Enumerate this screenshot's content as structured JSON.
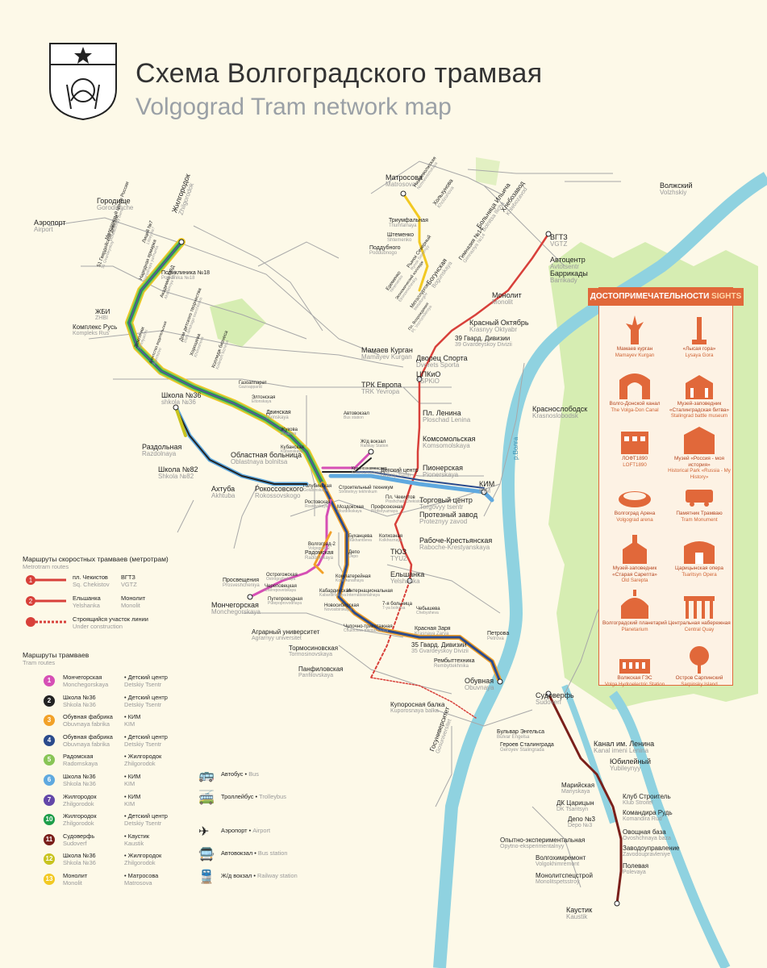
{
  "header": {
    "title_ru": "Схема Волгоградского трамвая",
    "title_en": "Volgograd Tram network map"
  },
  "colors": {
    "background": "#fdf9e8",
    "river": "#8fd2e0",
    "park": "#d6edb2",
    "accent": "#e1683a",
    "road": "#9e9e9e",
    "metrotram": "#d8403a",
    "line_1": "#d64fb5",
    "line_2": "#222222",
    "line_3": "#f2a128",
    "line_4": "#2b4b8c",
    "line_5": "#88c556",
    "line_6": "#5fa9df",
    "line_7": "#6347a8",
    "line_10": "#1e9e4a",
    "line_11": "#7a1f1a",
    "line_12": "#c8c31e",
    "line_13": "#f2c922"
  },
  "sights": {
    "title_ru": "ДОСТОПРИМЕЧАТЕЛЬНОСТИ",
    "title_en": "SIGHTS",
    "items": [
      {
        "ru": "Мамаев курган",
        "en": "Mamayev Kurgan",
        "icon": "motherland-statue-icon"
      },
      {
        "ru": "«Лысая гора»",
        "en": "Lysaya Gora",
        "icon": "obelisk-icon"
      },
      {
        "ru": "Волго-Донской канал",
        "en": "The Volga-Don Canal",
        "icon": "arch-gate-icon"
      },
      {
        "ru": "Музей-заповедник «Сталинградская битва»",
        "en": "Stalingrad battle museum",
        "icon": "museum-icon"
      },
      {
        "ru": "ЛОФТ1890",
        "en": "LOFT1890",
        "icon": "loft-building-icon"
      },
      {
        "ru": "Музей «Россия - моя история»",
        "en": "Historical Park «Russia - My History»",
        "icon": "history-park-icon"
      },
      {
        "ru": "Волгоград Арена",
        "en": "Volgograd arena",
        "icon": "stadium-icon"
      },
      {
        "ru": "Памятник Трамваю",
        "en": "Tram Monument",
        "icon": "tram-monument-icon"
      },
      {
        "ru": "Музей-заповедник «Старая Сарепта»",
        "en": "Old Sarepta",
        "icon": "sarepta-icon"
      },
      {
        "ru": "Царицынская опера",
        "en": "Tsaritsyn Opera",
        "icon": "opera-icon"
      },
      {
        "ru": "Волгоградский планетарий",
        "en": "Planetarium",
        "icon": "planetarium-icon"
      },
      {
        "ru": "Центральная набережная",
        "en": "Central Quay",
        "icon": "colonnade-icon"
      },
      {
        "ru": "Волжская ГЭС",
        "en": "Volga Hydroelectric Station",
        "icon": "dam-icon"
      },
      {
        "ru": "Остров Сарпинский",
        "en": "Sarpinsky Island",
        "icon": "island-tree-icon"
      }
    ]
  },
  "metrotram_legend": {
    "title_ru": "Маршруты скоростных трамваев (метротрам)",
    "title_en": "Metrotram routes",
    "routes": [
      {
        "num": "1",
        "from_ru": "пл. Чекистов",
        "from_en": "Sq. Chekistov",
        "to_ru": "ВГТЗ",
        "to_en": "VGTZ"
      },
      {
        "num": "2",
        "from_ru": "Ельшанка",
        "from_en": "Yelshanka",
        "to_ru": "Монолит",
        "to_en": "Monolit"
      }
    ],
    "construction_ru": "Строящийся участок линии",
    "construction_en": "Under construction"
  },
  "tram_legend": {
    "title_ru": "Маршруты трамваев",
    "title_en": "Tram routes",
    "routes": [
      {
        "num": "1",
        "color": "#d64fb5",
        "from_ru": "Мончегорская",
        "from_en": "Monchegorskaya",
        "to_ru": "Детский центр",
        "to_en": "Detskiy Tsentr"
      },
      {
        "num": "2",
        "color": "#222222",
        "from_ru": "Школа №36",
        "from_en": "Shkola №36",
        "to_ru": "Детский центр",
        "to_en": "Detskiy Tsentr"
      },
      {
        "num": "3",
        "color": "#f2a128",
        "from_ru": "Обувная фабрика",
        "from_en": "Obuvnaya fabrika",
        "to_ru": "КИМ",
        "to_en": "KIM"
      },
      {
        "num": "4",
        "color": "#2b4b8c",
        "from_ru": "Обувная фабрика",
        "from_en": "Obuvnaya fabrika",
        "to_ru": "Детский центр",
        "to_en": "Detskiy Tsentr"
      },
      {
        "num": "5",
        "color": "#88c556",
        "from_ru": "Радомская",
        "from_en": "Radomskaya",
        "to_ru": "Жилгородок",
        "to_en": "Zhilgorodok"
      },
      {
        "num": "6",
        "color": "#5fa9df",
        "from_ru": "Школа №36",
        "from_en": "Shkola №36",
        "to_ru": "КИМ",
        "to_en": "KIM"
      },
      {
        "num": "7",
        "color": "#6347a8",
        "from_ru": "Жилгородок",
        "from_en": "Zhilgorodok",
        "to_ru": "КИМ",
        "to_en": "KIM"
      },
      {
        "num": "10",
        "color": "#1e9e4a",
        "from_ru": "Жилгородок",
        "from_en": "Zhilgorodok",
        "to_ru": "Детский центр",
        "to_en": "Detskiy Tsentr"
      },
      {
        "num": "11",
        "color": "#7a1f1a",
        "from_ru": "Судоверфь",
        "from_en": "Sudoverf",
        "to_ru": "Каустик",
        "to_en": "Kaustik"
      },
      {
        "num": "12",
        "color": "#c8c31e",
        "from_ru": "Школа №36",
        "from_en": "Shkola №36",
        "to_ru": "Жилгородок",
        "to_en": "Zhilgorodok"
      },
      {
        "num": "13",
        "color": "#f2c922",
        "from_ru": "Монолит",
        "from_en": "Monolit",
        "to_ru": "Матросова",
        "to_en": "Matrosova"
      }
    ]
  },
  "icon_legend": {
    "bus_ru": "Автобус",
    "bus_en": "Bus",
    "trolley_ru": "Троллейбус",
    "trolley_en": "Trolleybus",
    "airport_ru": "Аэропорт",
    "airport_en": "Airport",
    "busstation_ru": "Автовокзал",
    "busstation_en": "Bus station",
    "railway_ru": "Ж/д вокзал",
    "railway_en": "Railway station"
  },
  "river_label": "р.Волга",
  "stations": [
    {
      "id": "matrosova",
      "ru": "Матросова",
      "en": "Matrosova"
    },
    {
      "id": "gorodishche",
      "ru": "Городище",
      "en": "Gorodishche"
    },
    {
      "id": "airport",
      "ru": "Аэропорт",
      "en": "Airport"
    },
    {
      "id": "zhilgorodok",
      "ru": "Жилгородок",
      "en": "Zhilgorodok"
    },
    {
      "id": "liceum",
      "ru": "Лицей №7",
      "en": "Litsey №7"
    },
    {
      "id": "molod",
      "ru": "Молодежный центр России",
      "en": "Molodezhnyy tsentr"
    },
    {
      "id": "gvardskaya51",
      "ru": "51 Гвардейской дивизии",
      "en": "51 Gvardeyskoy"
    },
    {
      "id": "narodnaya",
      "ru": "Народная ярмарка",
      "en": "Narodnaya yarmarka"
    },
    {
      "id": "mvd",
      "ru": "Академия МВД",
      "en": "Akademiya MVD"
    },
    {
      "id": "poliklinika",
      "ru": "Поликлиника №18",
      "en": "Poliklinika №18"
    },
    {
      "id": "zhbi",
      "ru": "ЖБИ",
      "en": "ZHBI"
    },
    {
      "id": "komplex",
      "ru": "Комплекс Русь",
      "en": "Kompleks Rus'"
    },
    {
      "id": "zemlyachki",
      "ru": "Землячки",
      "en": "Zemlyachki"
    },
    {
      "id": "agentstvo",
      "ru": "Агентство водительских",
      "en": "Agentstvo"
    },
    {
      "id": "detskoe",
      "ru": "Дом детского творчества",
      "en": "Dom detskogo tvorchestva"
    },
    {
      "id": "khorosheva",
      "ru": "Хорошева",
      "en": "Khorosheva"
    },
    {
      "id": "kolledzh",
      "ru": "Колледж бизнеса",
      "en": "Kolledzh biznesa"
    },
    {
      "id": "gazoapparat",
      "ru": "Газоаппарат",
      "en": "Gazoapparat"
    },
    {
      "id": "elton",
      "ru": "Элтонская",
      "en": "Eltonskaya"
    },
    {
      "id": "shkola36",
      "ru": "Школа №36",
      "en": "shkola №36"
    },
    {
      "id": "dvinskaya",
      "ru": "Двинская",
      "en": "Dvinskaya"
    },
    {
      "id": "zhukova",
      "ru": "Жукова",
      "en": "Zhukova"
    },
    {
      "id": "kubanskaya",
      "ru": "Кубанская",
      "en": "Kubanskaya"
    },
    {
      "id": "razdolnaya",
      "ru": "Раздольная",
      "en": "Razdolnaya"
    },
    {
      "id": "oblastnaya",
      "ru": "Областная больница",
      "en": "Oblastnaya bolnitsa"
    },
    {
      "id": "shkola82",
      "ru": "Школа №82",
      "en": "Shkola №82"
    },
    {
      "id": "akhtuba",
      "ru": "Ахтуба",
      "en": "Akhtuba"
    },
    {
      "id": "rokossovskogo",
      "ru": "Рокоссовского",
      "en": "Rokossovskogo"
    },
    {
      "id": "golubinskaya",
      "ru": "Голубинская",
      "en": "Golubinskaya"
    },
    {
      "id": "stroitelnyy",
      "ru": "Строительный техникум",
      "en": "Stroitelnyy tekhnikum"
    },
    {
      "id": "rostovskaya",
      "ru": "Ростовская",
      "en": "Rostovskaya"
    },
    {
      "id": "mozdokskaya",
      "ru": "Моздокская",
      "en": "Mozdokskaya"
    },
    {
      "id": "profsoyuznaya",
      "ru": "Профсоюзная",
      "en": "Profsoyuznaya"
    },
    {
      "id": "pl_chekistov",
      "ru": "Пл. Чекистов",
      "en": "Ploshchad Chekistov"
    },
    {
      "id": "detskiy",
      "ru": "Детский центр",
      "en": "Detskiy Tsentr"
    },
    {
      "id": "krasnomayskaya",
      "ru": "Краснознаменская",
      "en": "Krasnoznamenskaya"
    },
    {
      "id": "zhd",
      "ru": "Ж/д вокзал",
      "en": "Railway Station"
    },
    {
      "id": "avtovokzal",
      "ru": "Автовокзал",
      "en": "Bus station"
    },
    {
      "id": "trk",
      "ru": "ТРК Европа",
      "en": "TRK Yevropa"
    },
    {
      "id": "tspkio",
      "ru": "ЦПКиО",
      "en": "TSPKiO"
    },
    {
      "id": "dvorets",
      "ru": "Дворец Спорта",
      "en": "Dvorets Sporta"
    },
    {
      "id": "mamaev",
      "ru": "Мамаев Курган",
      "en": "Mamayev Kurgan"
    },
    {
      "id": "39gd",
      "ru": "39 Гвард. Дивизии",
      "en": "39 Gvardeyskoy Divizii"
    },
    {
      "id": "krasnyy",
      "ru": "Красный Октябрь",
      "en": "Krasnyy Oktyabr"
    },
    {
      "id": "monolit",
      "ru": "Монолит",
      "en": "Monolit"
    },
    {
      "id": "barrikady",
      "ru": "Баррикады",
      "en": "Barrikady"
    },
    {
      "id": "avtocentr",
      "ru": "Автоцентр",
      "en": "Avtotsentr"
    },
    {
      "id": "vgtz",
      "ru": "ВГТЗ",
      "en": "VGTZ"
    },
    {
      "id": "khlebozavod",
      "ru": "Хлебозавод",
      "en": "Khlebozavod"
    },
    {
      "id": "bolnica_ilicha",
      "ru": "Больница Ильича",
      "en": "Bolnitsa Ilicha"
    },
    {
      "id": "gimnaziya14",
      "ru": "Гимназия №14",
      "en": "Gimnaziya №14"
    },
    {
      "id": "bogunskaya",
      "ru": "Богунская",
      "en": "Bogunskaya"
    },
    {
      "id": "khoumunova",
      "ru": "Хользунова",
      "en": "Kholzunova"
    },
    {
      "id": "nizhnevolzhskaya",
      "ru": "Нижневолжская",
      "en": "Nizhnevolzhskaya"
    },
    {
      "id": "triumfalnaya",
      "ru": "Триумфальная",
      "en": "Triumfalnaya"
    },
    {
      "id": "shtemenko",
      "ru": "Штеменко",
      "en": "Shtemenko"
    },
    {
      "id": "poddubnogo",
      "ru": "Поддубного",
      "en": "Poddubnogo"
    },
    {
      "id": "rynok",
      "ru": "Рынок Северный",
      "en": "Rynok Severnyy"
    },
    {
      "id": "eremenko",
      "ru": "Еременко",
      "en": "Yeremenko"
    },
    {
      "id": "ekonomicheskiy",
      "ru": "Экономический колледж",
      "en": "Ekonomicheskiy"
    },
    {
      "id": "metallurgov",
      "ru": "Металлургов",
      "en": "Metallurgov"
    },
    {
      "id": "pl_vozrozhdeniya",
      "ru": "Пл. Возрождения",
      "en": "Pl. Vozrozhdeniya"
    },
    {
      "id": "pl_lenina",
      "ru": "Пл. Ленина",
      "en": "Ploschad Lenina"
    },
    {
      "id": "komsomolskaya",
      "ru": "Комсомольская",
      "en": "Komsomolskaya"
    },
    {
      "id": "pionerskaya",
      "ru": "Пионерская",
      "en": "Pionerskaya"
    },
    {
      "id": "kim",
      "ru": "КИМ",
      "en": "KIM"
    },
    {
      "id": "torgovyy",
      "ru": "Торговый центр",
      "en": "Torgovyy tsentr"
    },
    {
      "id": "proteznyy",
      "ru": "Протезный завод",
      "en": "Proteznyy zavod"
    },
    {
      "id": "raboche",
      "ru": "Рабоче-Крестьянская",
      "en": "Raboche-Krestyanskaya"
    },
    {
      "id": "tyuz",
      "ru": "ТЮЗ",
      "en": "TYUZ"
    },
    {
      "id": "yelshanka",
      "ru": "Ельшанка",
      "en": "Yelshanka"
    },
    {
      "id": "krasnoslobodsk",
      "ru": "Краснослободск",
      "en": "Krasnoslobodsk"
    },
    {
      "id": "volzhskiy",
      "ru": "Волжский",
      "en": "Volzhskiy"
    },
    {
      "id": "bukhantsa",
      "ru": "Буханцева",
      "en": "Bukhantseva"
    },
    {
      "id": "kolkhoznaya",
      "ru": "Колхозная",
      "en": "Kolkhoznaya"
    },
    {
      "id": "volgograd2",
      "ru": "Волгоград-2",
      "en": "Volgograd-2"
    },
    {
      "id": "depo",
      "ru": "Депо",
      "en": "Depo"
    },
    {
      "id": "radomskaya",
      "ru": "Радомская",
      "en": "Radomskaya"
    },
    {
      "id": "ostrogozhskaya",
      "ru": "Острогожская",
      "en": "Ostrogozhskaya"
    },
    {
      "id": "cherepovetskaya",
      "ru": "Череповецкая",
      "en": "Cherepovetskaya"
    },
    {
      "id": "prosvesheniya",
      "ru": "Просвещения",
      "en": "Prosveshcheniya"
    },
    {
      "id": "putevodnaya",
      "ru": "Путепроводная",
      "en": "Putepoprovodnaya"
    },
    {
      "id": "monchegorskaya",
      "ru": "Мончегорская",
      "en": "Monchegorskaya"
    },
    {
      "id": "komlateryanaya",
      "ru": "Комлатерейная",
      "en": "Kommunalnaya"
    },
    {
      "id": "kabardinskaya",
      "ru": "Кабардинская",
      "en": "Kabardinskaya"
    },
    {
      "id": "internacionalnaya",
      "ru": "Интернациональная",
      "en": "Internatsionalnaya"
    },
    {
      "id": "novosibirskaya",
      "ru": "Новосибирская",
      "en": "Novosibirskaya"
    },
    {
      "id": "7bolnica",
      "ru": "7-я больница",
      "en": "7-ya bolnitsa"
    },
    {
      "id": "chebysheva",
      "ru": "Чебышева",
      "en": "Chebysheva"
    },
    {
      "id": "agrarnyy",
      "ru": "Аграрный университет",
      "en": "Agrarnyy universitet"
    },
    {
      "id": "chulochno",
      "ru": "Чулочно-трикотажная",
      "en": "Chulochno-trikotazhnaya"
    },
    {
      "id": "krasnaya_zarya",
      "ru": "Красная Заря",
      "en": "Krasnaya Zarya"
    },
    {
      "id": "35gvd",
      "ru": "35 Гвард. Дивизии",
      "en": "35 Gvardeyskoy Divizii"
    },
    {
      "id": "petrova",
      "ru": "Петрова",
      "en": "Petrova"
    },
    {
      "id": "rembyttekhnika",
      "ru": "Рембыттехника",
      "en": "Rembyttekhnika"
    },
    {
      "id": "tormosinovskaya",
      "ru": "Тормосиновская",
      "en": "Tormosinovskaya"
    },
    {
      "id": "panfilovskaya",
      "ru": "Панфиловская",
      "en": "Panfilovskaya"
    },
    {
      "id": "obuvnaya",
      "ru": "Обувная",
      "en": "Obuvnaya"
    },
    {
      "id": "kuporosnaya",
      "ru": "Купоросная балка",
      "en": "Kuporosnaya balka"
    },
    {
      "id": "gosuniversitet",
      "ru": "Госуниверситет",
      "en": "Gosuniversitet"
    },
    {
      "id": "bulvar_engelsa",
      "ru": "Бульвар Энгельса",
      "en": "Bulvar Engelsa"
    },
    {
      "id": "geroev",
      "ru": "Героев Сталинграда",
      "en": "Geroyev Stalingrada"
    },
    {
      "id": "sudoverf",
      "ru": "Судоверфь",
      "en": "Sudoverf"
    },
    {
      "id": "kanal",
      "ru": "Канал им. Ленина",
      "en": "Kanal imeni Lenina"
    },
    {
      "id": "yubileynyy",
      "ru": "Юбилейный",
      "en": "Yubileynyy"
    },
    {
      "id": "mariyskaya",
      "ru": "Марийская",
      "en": "Mariyskaya"
    },
    {
      "id": "dk_caricyn",
      "ru": "ДК Царицын",
      "en": "DK Tsaritsyn"
    },
    {
      "id": "klub",
      "ru": "Клуб Строитель",
      "en": "Klub Stroitel"
    },
    {
      "id": "komandira",
      "ru": "Командира Рудь",
      "en": "Komandira Rud'"
    },
    {
      "id": "depo3",
      "ru": "Депо №3",
      "en": "Depo №3"
    },
    {
      "id": "opytno",
      "ru": "Опытно-экспериментальная",
      "en": "Opytno-eksperimentalnyy"
    },
    {
      "id": "ovoschnaya",
      "ru": "Овощная база",
      "en": "Ovoshchnaya baza"
    },
    {
      "id": "zavodoupravlenie",
      "ru": "Заводоуправление",
      "en": "Zavodoupravleniye"
    },
    {
      "id": "volgokhimremont",
      "ru": "Волгохимремонт",
      "en": "Volgokhimremont"
    },
    {
      "id": "monolitspetsstroy",
      "ru": "Монолитспецстрой",
      "en": "Monolitspetsstroy"
    },
    {
      "id": "polevaya",
      "ru": "Полевая",
      "en": "Polevaya"
    },
    {
      "id": "kaustik",
      "ru": "Каустик",
      "en": "Kaustik"
    }
  ]
}
